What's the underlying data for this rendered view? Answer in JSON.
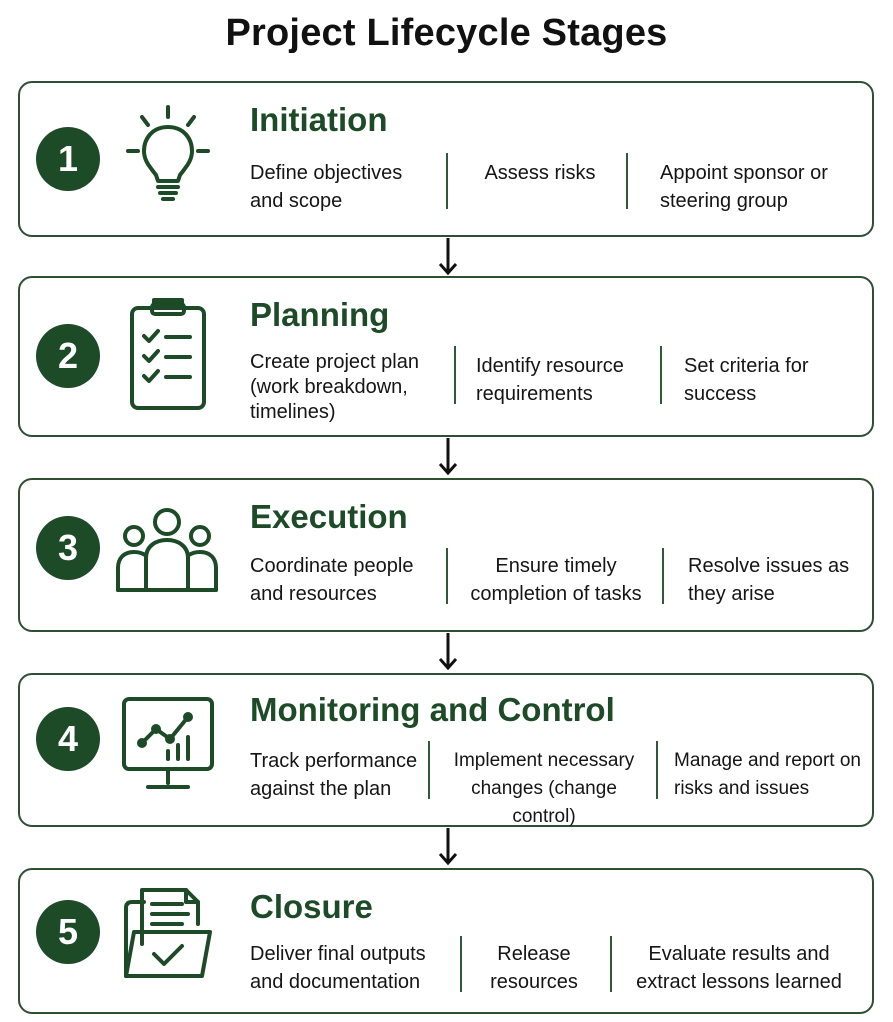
{
  "title": "Project Lifecycle Stages",
  "stages": [
    {
      "number": "1",
      "name": "Initiation",
      "icon": "lightbulb-icon",
      "items": [
        "Define objectives and scope",
        "Assess risks",
        "Appoint sponsor or steering group"
      ]
    },
    {
      "number": "2",
      "name": "Planning",
      "icon": "clipboard-checklist-icon",
      "items": [
        "Create project plan (work breakdown, timelines)",
        "Identify resource requirements",
        "Set criteria for success"
      ]
    },
    {
      "number": "3",
      "name": "Execution",
      "icon": "team-people-icon",
      "items": [
        "Coordinate people and resources",
        "Ensure timely completion of tasks",
        "Resolve issues as they arise"
      ]
    },
    {
      "number": "4",
      "name": "Monitoring and Control",
      "icon": "monitor-chart-icon",
      "items": [
        "Track performance against the plan",
        "Implement necessary changes (change control)",
        "Manage and report on risks and issues"
      ]
    },
    {
      "number": "5",
      "name": "Closure",
      "icon": "folder-document-check-icon",
      "items": [
        "Deliver final outputs and documentation",
        "Release resources",
        "Evaluate results and extract lessons learned"
      ]
    }
  ],
  "colors": {
    "accent": "#1d4a27",
    "border": "#2f4f34",
    "text": "#111111"
  }
}
